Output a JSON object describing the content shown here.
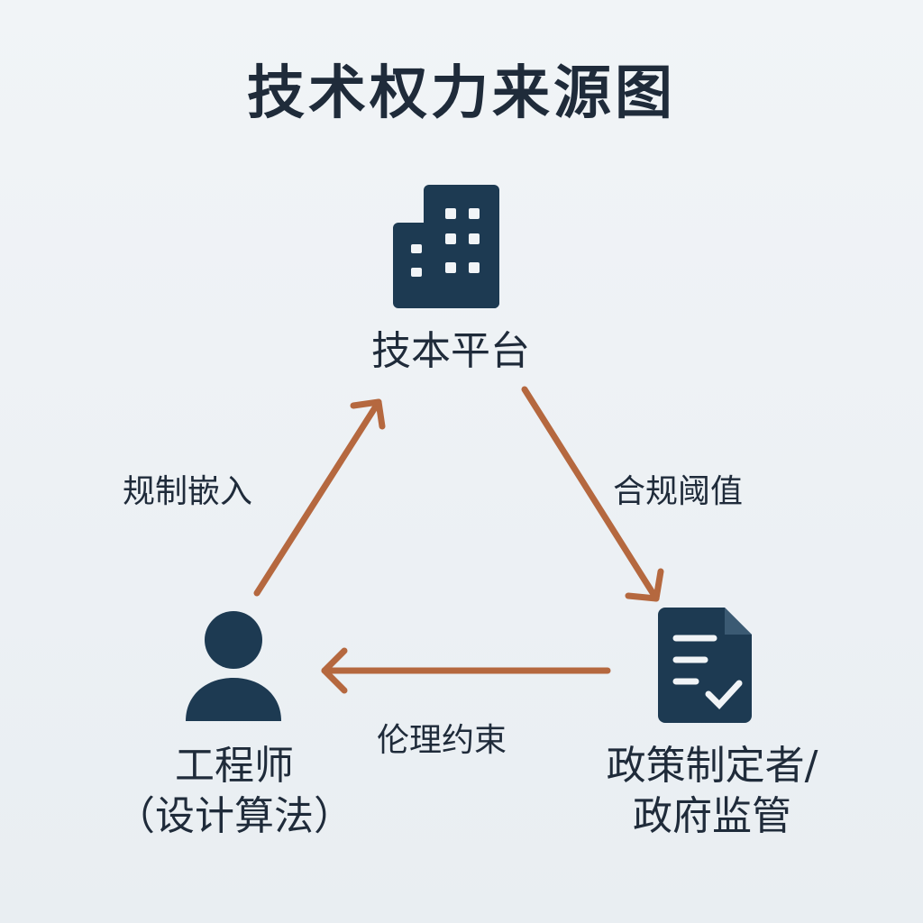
{
  "title": "技术权力来源图",
  "nodes": {
    "platform": {
      "label": "技本平台",
      "icon": "building-icon"
    },
    "engineer": {
      "line1": "工程师",
      "line2": "（设计算法）",
      "icon": "person-icon"
    },
    "policymaker": {
      "line1": "政策制定者/",
      "line2": "政府监管",
      "icon": "document-check-icon"
    }
  },
  "edges": {
    "engineer_to_platform": "规制嵌入",
    "platform_to_policymaker": "合规阈值",
    "policymaker_to_engineer": "伦理约束"
  },
  "colors": {
    "icon": "#1d3a52",
    "arrow": "#b5683f",
    "text": "#1f2b3a"
  }
}
